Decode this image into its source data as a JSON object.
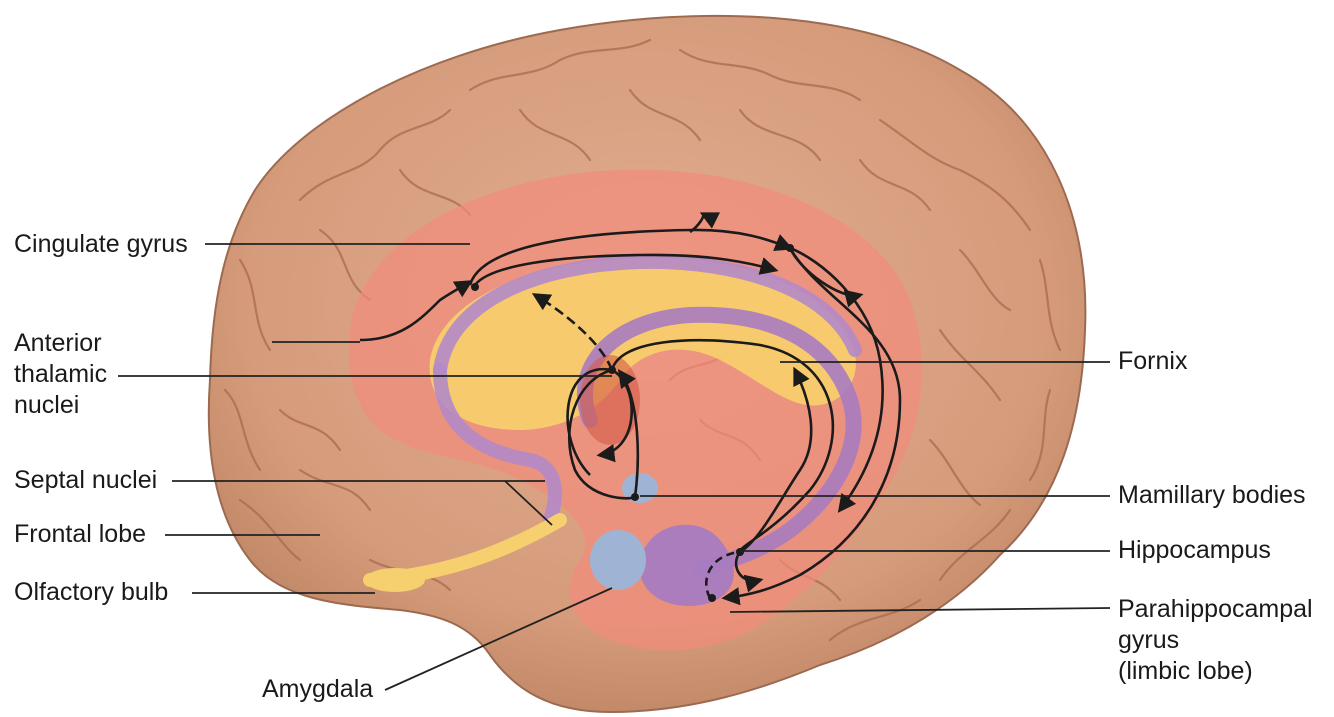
{
  "labels": {
    "cingulate_gyrus": "Cingulate gyrus",
    "anterior_thalamic_nuclei": [
      "Anterior",
      "thalamic",
      "nuclei"
    ],
    "septal_nuclei": "Septal nuclei",
    "frontal_lobe": "Frontal lobe",
    "olfactory_bulb": "Olfactory bulb",
    "amygdala": "Amygdala",
    "fornix": "Fornix",
    "mamillary_bodies": "Mamillary bodies",
    "hippocampus": "Hippocampus",
    "parahippocampal_gyrus": [
      "Parahippocampal",
      "gyrus",
      "(limbic lobe)"
    ]
  },
  "colors": {
    "brain": "#d9a283",
    "brain_shadow": "#b97c60",
    "sulcus": "#a86a4e",
    "limbic_lobe": "#f28b7c",
    "yellow_region": "#f8d46a",
    "purple_tract": "#b48ac8",
    "blue_nuclei": "#9fb4d4",
    "olfactory": "#f6cf6e",
    "arrow": "#1b1b1b",
    "leader_line": "#222222"
  }
}
